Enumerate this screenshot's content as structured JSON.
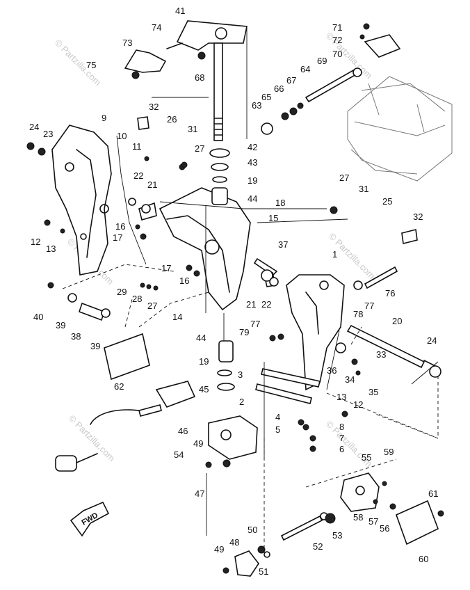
{
  "watermark": "© Partzilla.com",
  "fwd_label": "FWD",
  "callouts": {
    "c1": "1",
    "c2": "2",
    "c3": "3",
    "c4": "4",
    "c5": "5",
    "c6": "6",
    "c7": "7",
    "c8": "8",
    "c9": "9",
    "c10": "10",
    "c11": "11",
    "c12a": "12",
    "c12b": "12",
    "c13a": "13",
    "c13b": "13",
    "c14": "14",
    "c15": "15",
    "c16a": "16",
    "c16b": "16",
    "c17a": "17",
    "c17b": "17",
    "c18": "18",
    "c19a": "19",
    "c19b": "19",
    "c20": "20",
    "c21a": "21",
    "c21b": "21",
    "c22a": "22",
    "c22b": "22",
    "c23": "23",
    "c24a": "24",
    "c24b": "24",
    "c25": "25",
    "c26": "26",
    "c27a": "27",
    "c27b": "27",
    "c27c": "27",
    "c28": "28",
    "c29": "29",
    "c31a": "31",
    "c31b": "31",
    "c32a": "32",
    "c32b": "32",
    "c33": "33",
    "c34": "34",
    "c35": "35",
    "c36": "36",
    "c37": "37",
    "c38": "38",
    "c39a": "39",
    "c39b": "39",
    "c40": "40",
    "c41": "41",
    "c42": "42",
    "c43": "43",
    "c44a": "44",
    "c44b": "44",
    "c45": "45",
    "c46": "46",
    "c47": "47",
    "c48": "48",
    "c49a": "49",
    "c49b": "49",
    "c50": "50",
    "c51": "51",
    "c52": "52",
    "c53": "53",
    "c54": "54",
    "c55": "55",
    "c56": "56",
    "c57": "57",
    "c58": "58",
    "c59": "59",
    "c60": "60",
    "c61": "61",
    "c62": "62",
    "c63": "63",
    "c64": "64",
    "c65": "65",
    "c66": "66",
    "c67": "67",
    "c68": "68",
    "c69": "69",
    "c70": "70",
    "c71": "71",
    "c72": "72",
    "c73": "73",
    "c74": "74",
    "c75": "75",
    "c76": "76",
    "c77a": "77",
    "c77b": "77",
    "c78": "78",
    "c79": "79"
  }
}
